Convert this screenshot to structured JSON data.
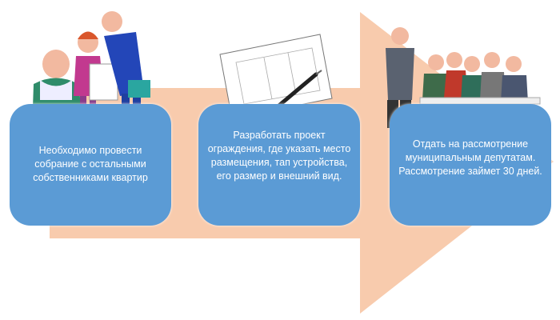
{
  "colors": {
    "arrow": "#f8cbad",
    "box": "#5b9bd5",
    "text": "#ffffff"
  },
  "steps": [
    {
      "text": "Необходимо провести собрание с остальными собственниками квартир",
      "illustration": "people-discussing-clipart"
    },
    {
      "text": "Разработать проект ограждения, где указать место размещения, тап устройства, его размер и внешний вид.",
      "illustration": "blueprint-pen-clipart"
    },
    {
      "text": "Отдать на рассмотрение муниципальным депутатам. Рассмотрение займет 30 дней.",
      "illustration": "council-meeting-clipart"
    }
  ]
}
